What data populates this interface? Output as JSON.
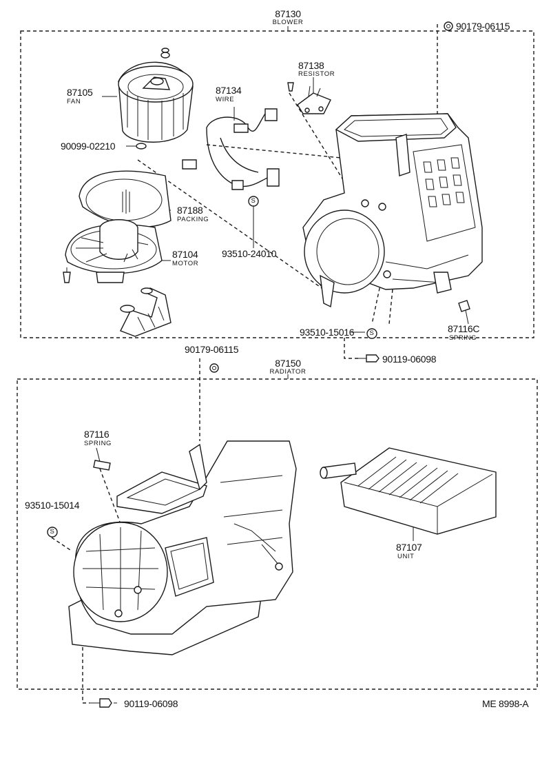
{
  "labels": {
    "blower_pn": "87130",
    "blower_name": "BLOWER",
    "fan_pn": "87105",
    "fan_name": "FAN",
    "wire_pn": "87134",
    "wire_name": "WIRE",
    "resistor_pn": "87138",
    "resistor_name": "RESISTOR",
    "screw_top": "90179-06115",
    "washer": "90099-02210",
    "packing_pn": "87188",
    "packing_name": "PACKING",
    "motor_pn": "87104",
    "motor_name": "MOTOR",
    "clip_24010": "93510-24010",
    "clip_15016": "93510-15016",
    "spring_c_pn": "87116C",
    "spring_c_name": "SPRING",
    "bolt_mid": "90119-06098",
    "screw_mid": "90179-06115",
    "radiator_pn": "87150",
    "radiator_name": "RADIATOR",
    "spring_pn": "87116",
    "spring_name": "SPRING",
    "clip_15014": "93510-15014",
    "unit_pn": "87107",
    "unit_name": "UNIT",
    "bolt_bottom": "90119-06098",
    "ref_code": "ME  8998-A"
  },
  "clip_symbol": "S",
  "icons": [
    "nut-icon",
    "bolt-icon",
    "clip-icon",
    "screw-icon"
  ]
}
